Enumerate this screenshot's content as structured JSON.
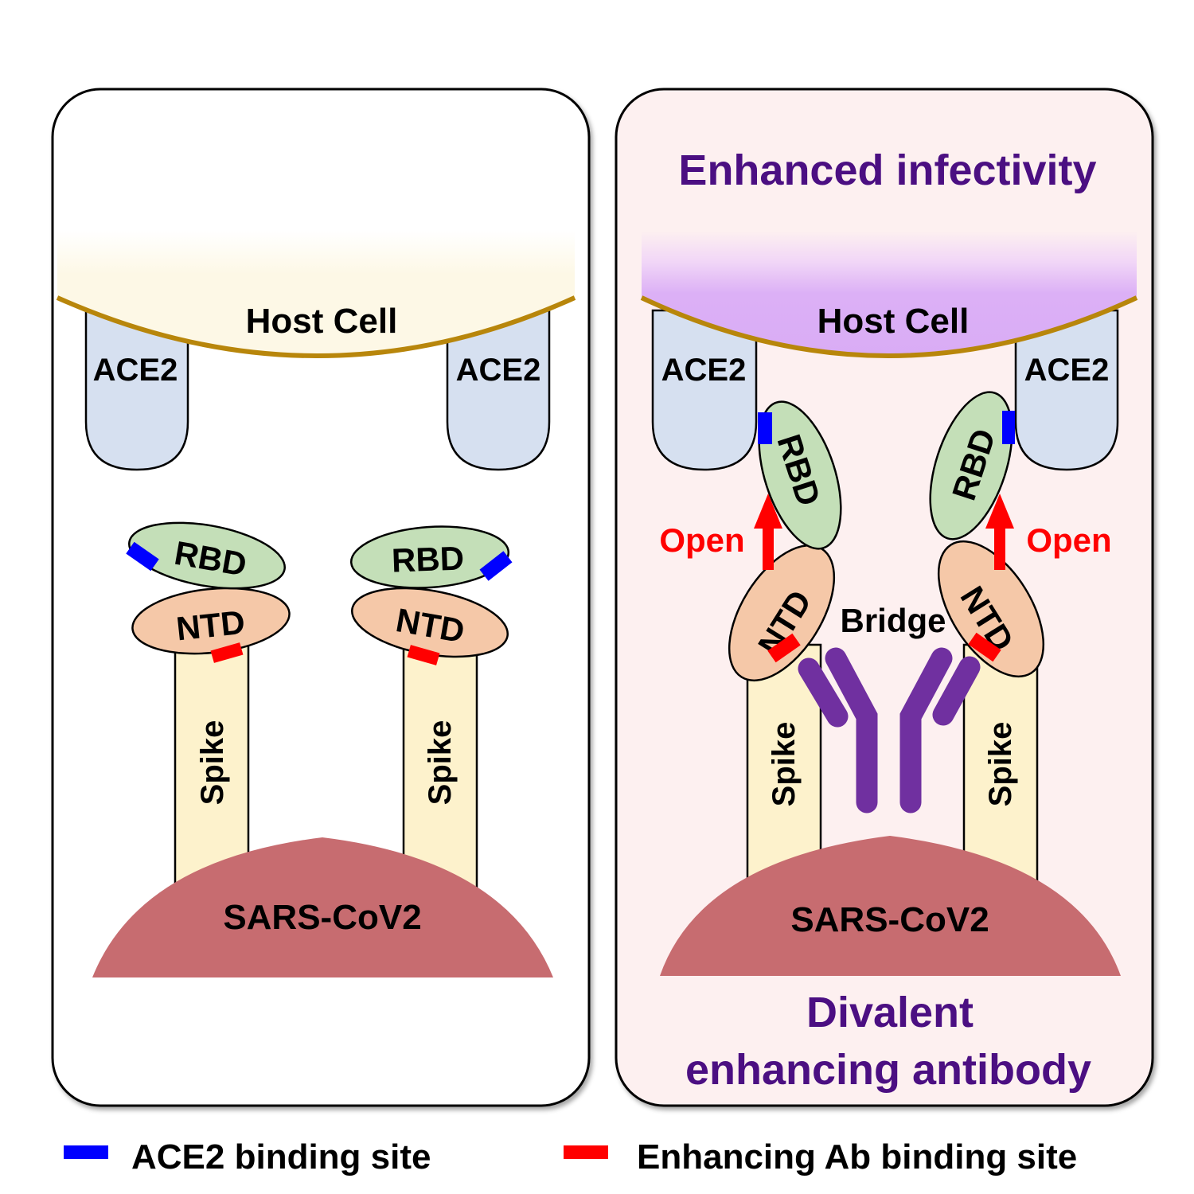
{
  "colors": {
    "panel_border": "#000000",
    "right_panel_bg": "#fdf0f0",
    "host_cell_left": "#fdf8e6",
    "host_cell_right": "#d9b0f5",
    "membrane": "#b8860b",
    "ace2": "#d6e0f0",
    "rbd": "#c4dfb8",
    "ntd": "#f5c8a8",
    "spike": "#fdf2cc",
    "virus": "#c76c70",
    "ace2_site": "#0000ff",
    "ab_site": "#ff0000",
    "antibody": "#7030a0",
    "title_text": "#4b0f82",
    "open_text": "#ff0000"
  },
  "left_panel": {
    "host_cell": "Host Cell",
    "ace2_left": "ACE2",
    "ace2_right": "ACE2",
    "rbd_left": "RBD",
    "rbd_right": "RBD",
    "ntd_left": "NTD",
    "ntd_right": "NTD",
    "spike_left": "Spike",
    "spike_right": "Spike",
    "virus": "SARS-CoV2"
  },
  "right_panel": {
    "title": "Enhanced infectivity",
    "host_cell": "Host Cell",
    "ace2_left": "ACE2",
    "ace2_right": "ACE2",
    "rbd_left": "RBD",
    "rbd_right": "RBD",
    "ntd_left": "NTD",
    "ntd_right": "NTD",
    "open_left": "Open",
    "open_right": "Open",
    "bridge": "Bridge",
    "spike_left": "Spike",
    "spike_right": "Spike",
    "virus": "SARS-CoV2",
    "caption_line1": "Divalent",
    "caption_line2": "enhancing antibody"
  },
  "legend": [
    {
      "label": "ACE2 binding site",
      "color": "#0000ff"
    },
    {
      "label": "Enhancing Ab binding site",
      "color": "#ff0000"
    }
  ]
}
